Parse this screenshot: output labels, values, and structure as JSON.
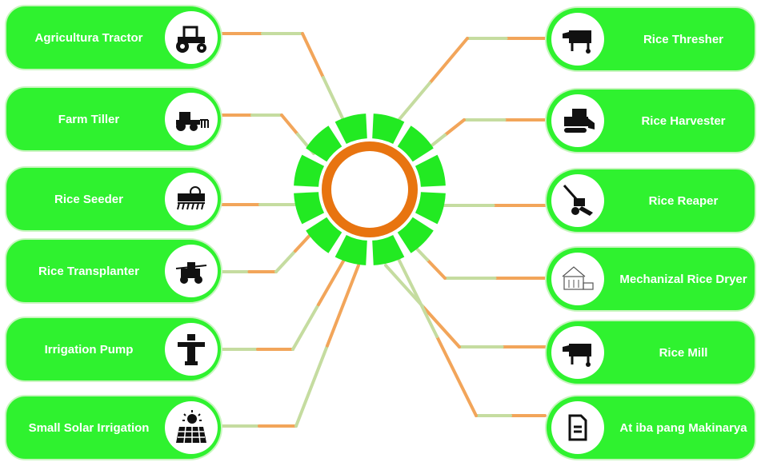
{
  "colors": {
    "pill": "#2ff22f",
    "ring": "#e87410",
    "segments": "#22ea22",
    "connector_green": "#c5dca0",
    "connector_orange": "#f2a55a"
  },
  "left_items": [
    {
      "label": "Agricultura Tractor",
      "icon": "tractor-icon"
    },
    {
      "label": "Farm Tiller",
      "icon": "tiller-icon"
    },
    {
      "label": "Rice Seeder",
      "icon": "seeder-icon"
    },
    {
      "label": "Rice Transplanter",
      "icon": "transplanter-icon"
    },
    {
      "label": "Irrigation Pump",
      "icon": "sprinkler-icon"
    },
    {
      "label": "Small Solar Irrigation",
      "icon": "solar-panel-icon"
    }
  ],
  "right_items": [
    {
      "label": "Rice Thresher",
      "icon": "thresher-icon"
    },
    {
      "label": "Rice Harvester",
      "icon": "harvester-icon"
    },
    {
      "label": "Rice Reaper",
      "icon": "reaper-icon"
    },
    {
      "label": "Mechanizal Rice Dryer",
      "icon": "dryer-building-icon"
    },
    {
      "label": "Rice Mill",
      "icon": "mill-icon"
    },
    {
      "label": "At iba pang Makinarya",
      "icon": "document-icon"
    }
  ]
}
